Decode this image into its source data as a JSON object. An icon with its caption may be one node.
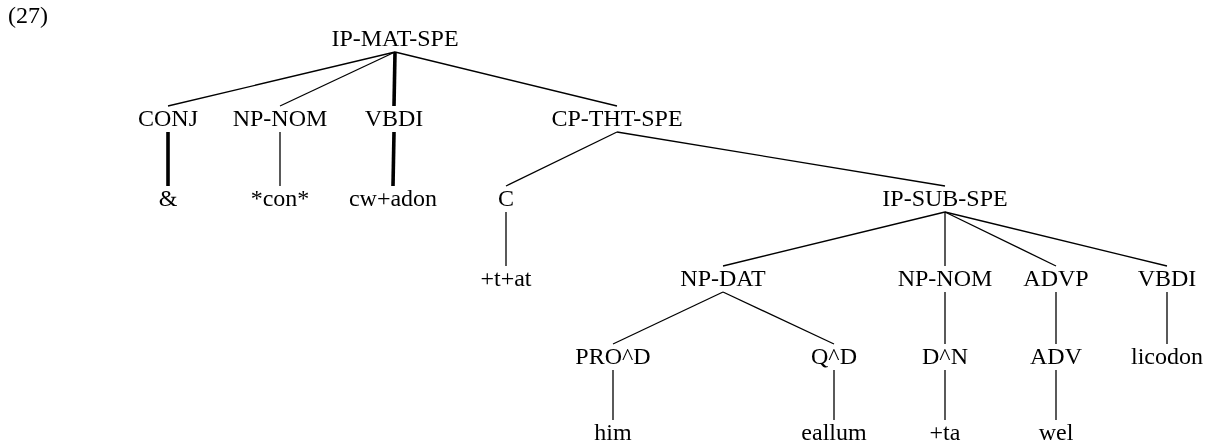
{
  "diagram": {
    "nodes": [
      {
        "text": [
          "IP-MAT-SPE"
        ]
      },
      {
        "text": [
          "CONJ"
        ]
      },
      {
        "text": [
          "NP-NOM"
        ]
      },
      {
        "text": [
          "VBDI"
        ]
      },
      {
        "text": [
          "CP-THT-SPE"
        ]
      },
      {
        "text": [
          "&"
        ]
      },
      {
        "text": [
          "*con*"
        ]
      },
      {
        "text": [
          "cw+adon"
        ]
      },
      {
        "text": [
          "C"
        ]
      },
      {
        "text": [
          "IP-SUB-SPE"
        ]
      },
      {
        "text": [
          "+t+at"
        ]
      },
      {
        "text": [
          "NP-DAT"
        ]
      },
      {
        "text": [
          "NP-NOM"
        ]
      },
      {
        "text": [
          "ADVP"
        ]
      },
      {
        "text": [
          "VBDI"
        ]
      },
      {
        "text": [
          "PRO^D"
        ]
      },
      {
        "text": [
          "Q^D"
        ]
      },
      {
        "text": [
          "D^N"
        ]
      },
      {
        "text": [
          "ADV"
        ]
      },
      {
        "text": [
          "licodon"
        ]
      },
      {
        "text": [
          "him"
        ]
      },
      {
        "text": [
          "eallum"
        ]
      },
      {
        "text": [
          "+ta"
        ]
      },
      {
        "text": [
          "wel"
        ]
      }
    ],
    "edges": [
      {
        "from": 0,
        "to": 1,
        "arrow": "none"
      },
      {
        "from": 0,
        "to": 2,
        "arrow": "none"
      },
      {
        "from": 0,
        "to": 3,
        "arrow": "none",
        "style": "thick"
      },
      {
        "from": 0,
        "to": 4,
        "arrow": "none"
      },
      {
        "from": 1,
        "to": 5,
        "arrow": "none",
        "style": "thick"
      },
      {
        "from": 2,
        "to": 6,
        "arrow": "none"
      },
      {
        "from": 3,
        "to": 7,
        "arrow": "none",
        "style": "thick"
      },
      {
        "from": 4,
        "to": 8,
        "arrow": "none"
      },
      {
        "from": 4,
        "to": 9,
        "arrow": "none"
      },
      {
        "from": 8,
        "to": 10,
        "arrow": "none"
      },
      {
        "from": 9,
        "to": 11,
        "arrow": "none"
      },
      {
        "from": 9,
        "to": 12,
        "arrow": "none"
      },
      {
        "from": 9,
        "to": 13,
        "arrow": "none"
      },
      {
        "from": 9,
        "to": 14,
        "arrow": "none"
      },
      {
        "from": 11,
        "to": 15,
        "arrow": "none"
      },
      {
        "from": 11,
        "to": 16,
        "arrow": "none"
      },
      {
        "from": 12,
        "to": 17,
        "arrow": "none"
      },
      {
        "from": 13,
        "to": 18,
        "arrow": "none"
      },
      {
        "from": 14,
        "to": 19,
        "arrow": "none"
      },
      {
        "from": 15,
        "to": 20,
        "arrow": "none"
      },
      {
        "from": 16,
        "to": 21,
        "arrow": "none"
      },
      {
        "from": 17,
        "to": 22,
        "arrow": "none"
      },
      {
        "from": 18,
        "to": 23,
        "arrow": "none"
      }
    ],
    "labels": [
      "(27)"
    ]
  }
}
